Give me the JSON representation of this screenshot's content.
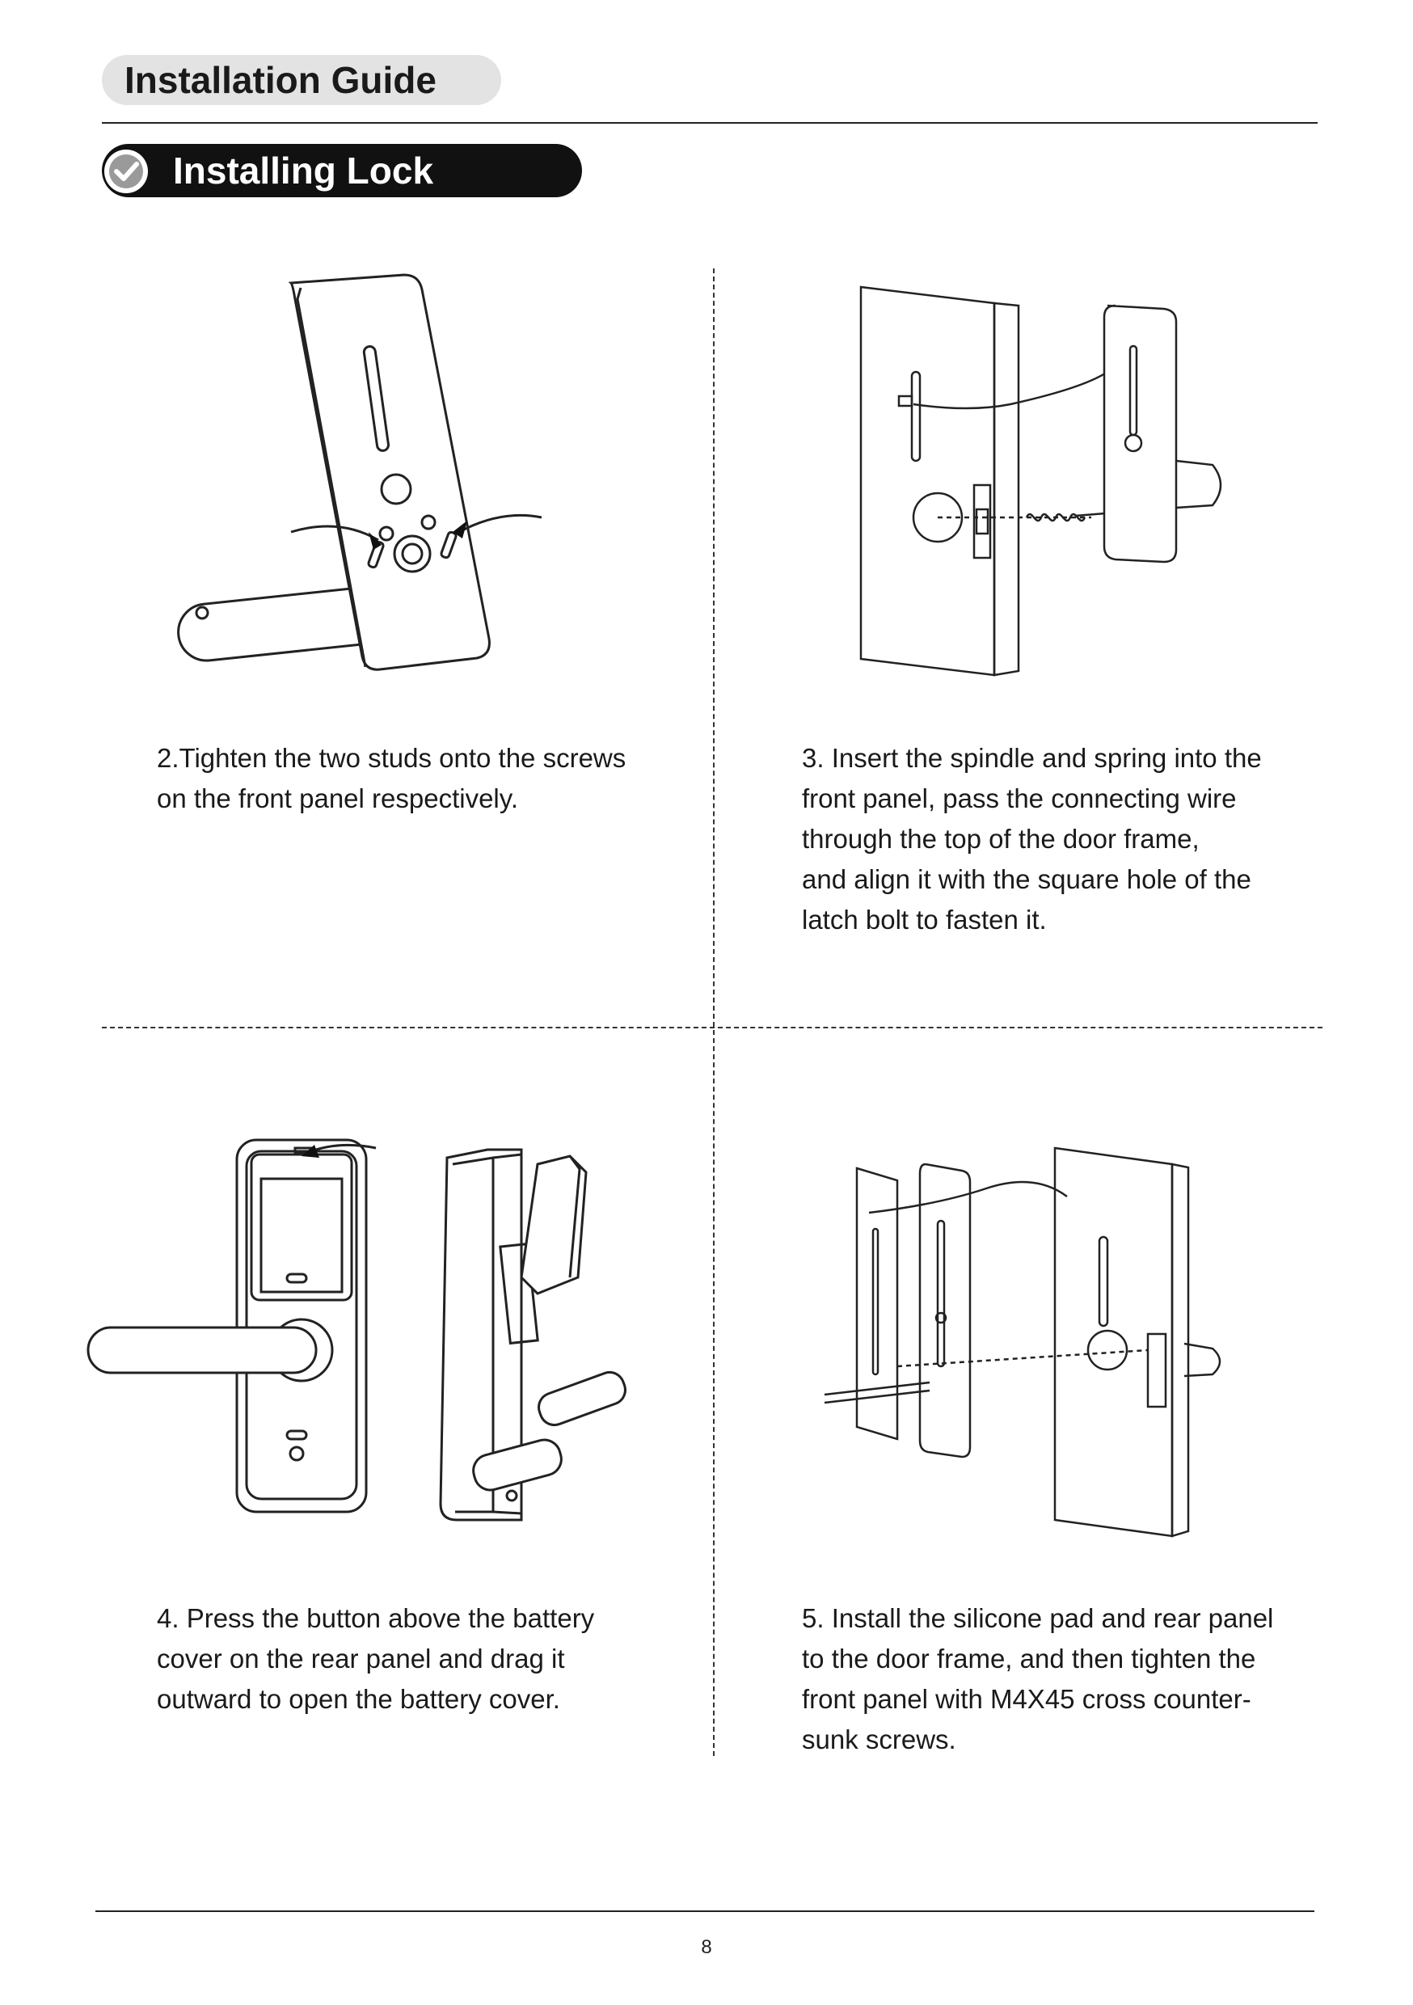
{
  "header": {
    "title": "Installation Guide"
  },
  "section": {
    "title": "Installing Lock",
    "icon": "check-circle-icon"
  },
  "steps": [
    {
      "lines": [
        "2.Tighten the two studs onto the screws",
        "on the front panel respectively."
      ]
    },
    {
      "lines": [
        "3. Insert the spindle and spring into the",
        "front panel, pass the connecting wire",
        "through the top of the door frame,",
        "and align it with the square hole of the",
        "latch bolt to fasten it."
      ]
    },
    {
      "lines": [
        "4. Press the button above the battery",
        "cover on the rear panel and drag it",
        "outward to open the battery cover."
      ]
    },
    {
      "lines": [
        "5. Install the silicone pad and rear panel",
        "to the door frame, and then tighten the",
        "front panel with M4X45 cross counter-",
        "sunk screws."
      ]
    }
  ],
  "footer": {
    "page_number": "8"
  }
}
